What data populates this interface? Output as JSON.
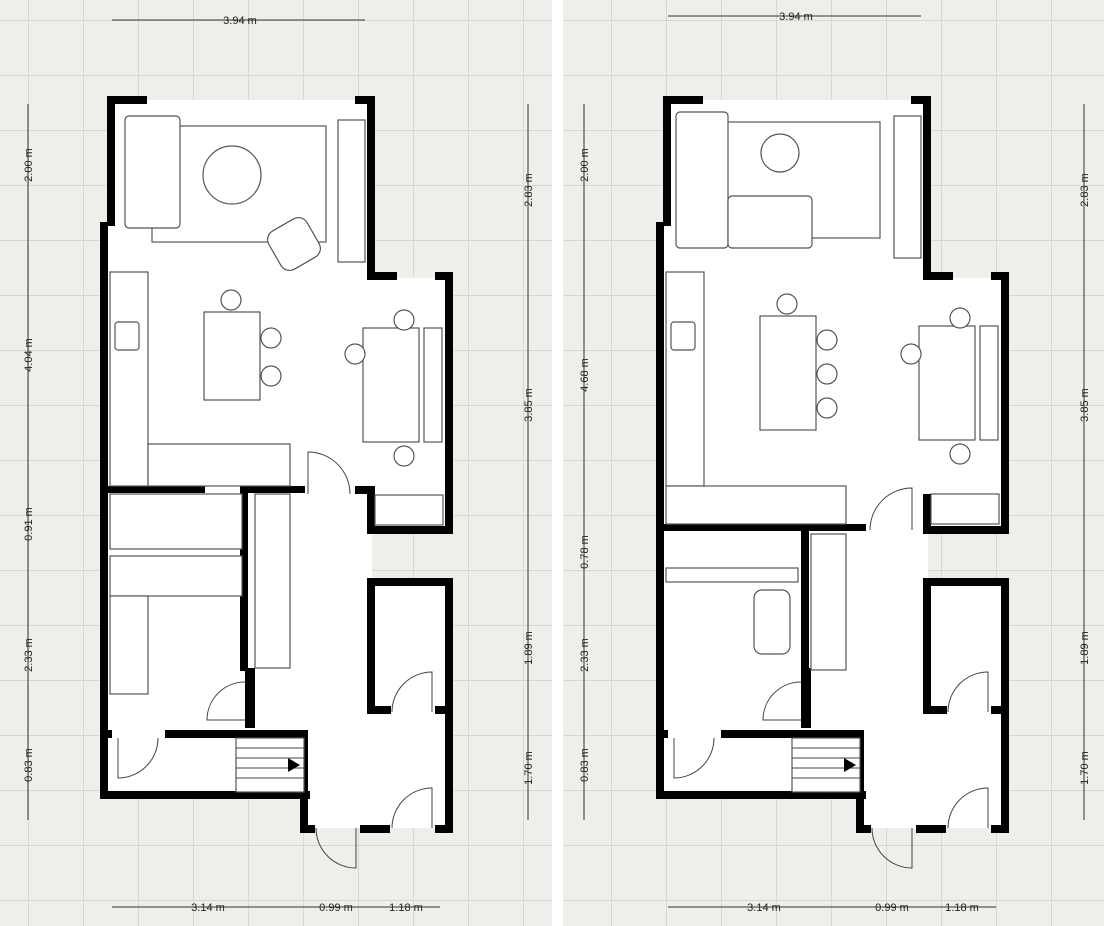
{
  "colors": {
    "background": "#f0eeea",
    "grid": "#d8d6d1",
    "wall": "#000000",
    "floor": "#ffffff",
    "furniture_stroke": "#555555"
  },
  "plans": [
    {
      "top": "3.94 m",
      "bottom": [
        "3.14 m",
        "0.99 m",
        "1.18 m"
      ],
      "left": [
        "2.00 m",
        "4.04 m",
        "0.91 m",
        "2.33 m",
        "0.83 m"
      ],
      "right": [
        "2.83 m",
        "3.85 m",
        "1.89 m",
        "1.70 m"
      ]
    },
    {
      "top": "3.94 m",
      "bottom": [
        "3.14 m",
        "0.99 m",
        "1.18 m"
      ],
      "left": [
        "2.00 m",
        "4.68 m",
        "0.78 m",
        "2.33 m",
        "0.83 m"
      ],
      "right": [
        "2.83 m",
        "3.85 m",
        "1.89 m",
        "1.70 m"
      ]
    }
  ]
}
